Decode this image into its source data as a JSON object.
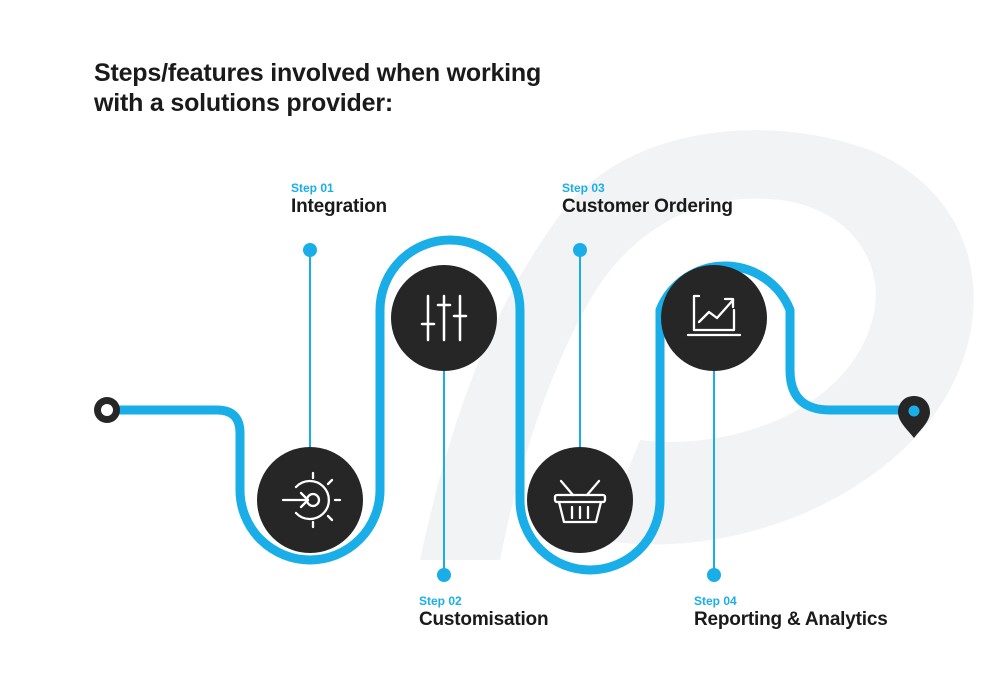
{
  "title": {
    "line1": "Steps/features involved when working",
    "line2": "with a solutions provider:"
  },
  "steps": [
    {
      "number": "Step 01",
      "label": "Integration",
      "icon": "gear-arrow-icon"
    },
    {
      "number": "Step 02",
      "label": "Customisation",
      "icon": "sliders-icon"
    },
    {
      "number": "Step 03",
      "label": "Customer Ordering",
      "icon": "basket-icon"
    },
    {
      "number": "Step 04",
      "label": "Reporting & Analytics",
      "icon": "chart-laptop-icon"
    }
  ],
  "colors": {
    "accent": "#1aaee8",
    "circle": "#262626",
    "text": "#1a1a1a",
    "watermark": "#f2f3f5"
  }
}
